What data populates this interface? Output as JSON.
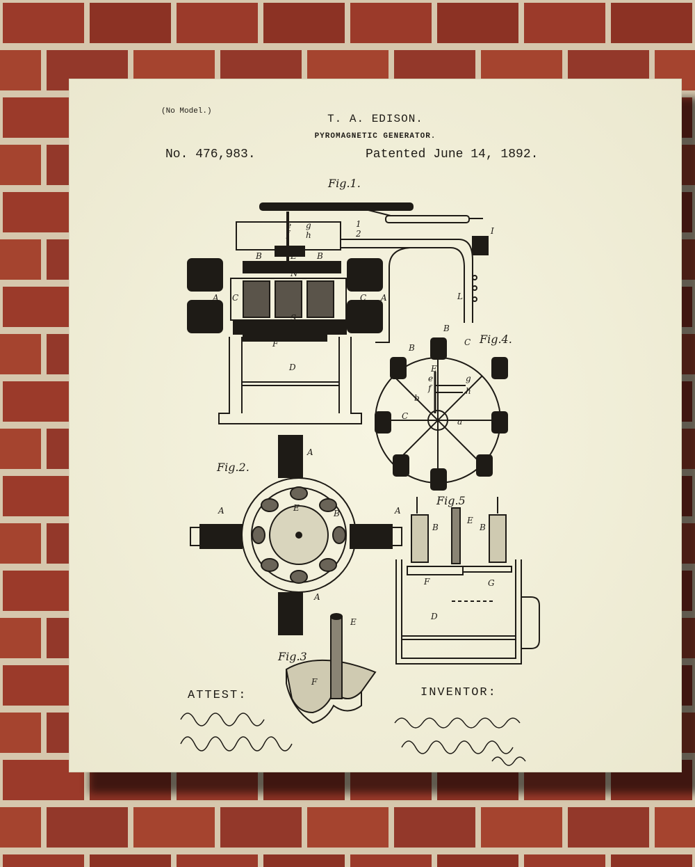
{
  "header": {
    "no_model": "(No Model.)",
    "inventor": "T. A. EDISON.",
    "title": "PYROMAGNETIC GENERATOR.",
    "patent_number": "No. 476,983.",
    "patent_date": "Patented June 14, 1892."
  },
  "figures": {
    "fig1": "Fig.1.",
    "fig2": "Fig.2.",
    "fig3": "Fig.3",
    "fig4": "Fig.4.",
    "fig5": "Fig.5"
  },
  "signatures": {
    "attest_label": "ATTEST:",
    "inventor_label": "INVENTOR:",
    "witness_1": "E. C. Rowland",
    "witness_2": "William Pelzer",
    "inventor_signature": "Thomas A. Edison,",
    "attorneys": "By Dyer & Seely",
    "attys": "Attys."
  },
  "labels": {
    "fig1": [
      "e",
      "g",
      "f",
      "h",
      "1",
      "2",
      "B",
      "E",
      "B",
      "N",
      "A",
      "C",
      "C",
      "A",
      "S",
      "F",
      "D",
      "L",
      "I"
    ],
    "fig2": [
      "A",
      "A",
      "B",
      "E",
      "A",
      "A"
    ],
    "fig3": [
      "E",
      "F"
    ],
    "fig4": [
      "B",
      "B",
      "C",
      "E",
      "e",
      "g",
      "f",
      "h",
      "b",
      "C",
      "a"
    ],
    "fig5": [
      "E",
      "B",
      "B",
      "F",
      "G",
      "D"
    ]
  },
  "colors": {
    "paper": "#f3f1dc",
    "ink": "#1e1b16",
    "brick": "#9a3b2a",
    "mortar": "#d2c2a8"
  }
}
